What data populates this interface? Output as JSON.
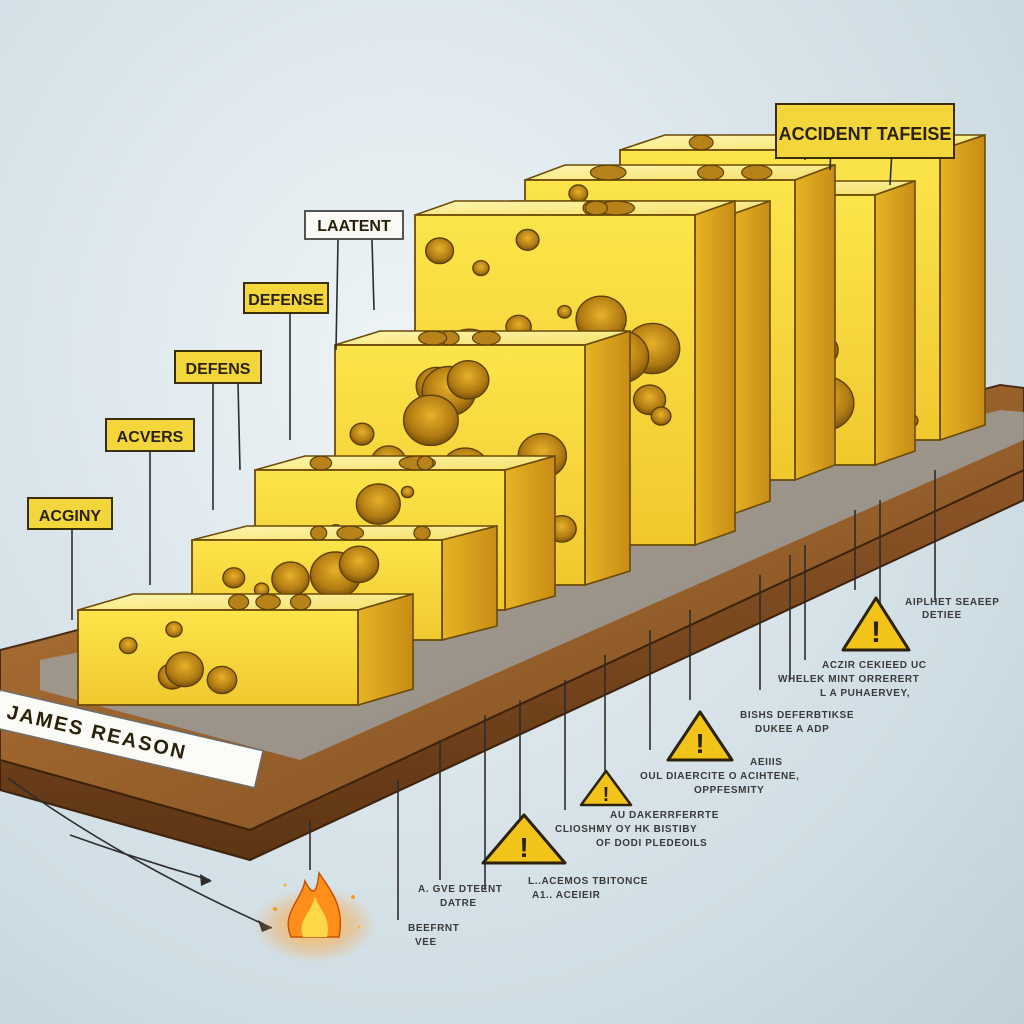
{
  "signs": {
    "accident": "ACCIDENT TAFEISE",
    "latent": "LAATENT",
    "defense": "DEFENSE",
    "defens": "DEFENS",
    "acvers": "ACVERS",
    "acginy": "ACGINY"
  },
  "board_label": "JAMES REASON",
  "notes": {
    "n1_line1": "AIPLHET SEAEEP",
    "n1_line2": "DETIEE",
    "n2_line1": "ACZIR CEKIEED UC",
    "n2_line2": "WHELEK MINT ORRERERT",
    "n2_line3": "L A PUHAERVEY,",
    "n3_line1": "BISHS DEFERBTIKSE",
    "n3_line2": "DUKEE A ADP",
    "n4_line1": "AEIIIS",
    "n4_line2": "OUL DIAERCITE O ACIHTENE,",
    "n4_line3": "OPPFESMITY",
    "n5_line1": "AU DAKERRFERRTE",
    "n5_line2": "CLIOSHMY OY HK BISTIBY",
    "n5_line3": "OF DODI PLEDEOILS",
    "n6_line1": "L..ACEMOS TBITONCE",
    "n6_line2": "A1.. ACEIEIR",
    "n7_line1": "A. GVE DTEENT",
    "n7_line2": "DATRE",
    "n8_line1": "BEEFRNT",
    "n8_line2": "VEE"
  },
  "icons": [
    "warning-icon",
    "fire-icon",
    "arrow-icon"
  ],
  "colors": {
    "cheese": "#f6dc3a",
    "cheese_shadow": "#d9a91f",
    "board": "#8a5428",
    "sign": "#f3d63c",
    "warning": "#f2c419"
  }
}
